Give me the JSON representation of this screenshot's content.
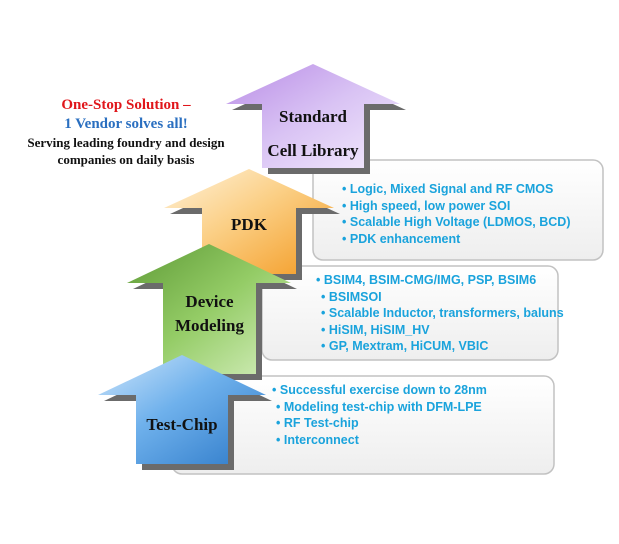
{
  "tagline": {
    "line1": "One-Stop Solution –",
    "line2": "1 Vendor solves all!",
    "line3": "Serving leading foundry and design",
    "line4": "companies on daily basis"
  },
  "steps": [
    {
      "id": "test-chip",
      "label_lines": [
        "Test-Chip"
      ],
      "bullets": [
        "Successful exercise down to 28nm",
        "Modeling test-chip with DFM-LPE",
        "RF Test-chip",
        "Interconnect"
      ]
    },
    {
      "id": "device-modeling",
      "label_lines": [
        "Device",
        "Modeling"
      ],
      "bullets": [
        "BSIM4, BSIM-CMG/IMG, PSP, BSIM6",
        "BSIMSOI",
        "Scalable Inductor, transformers, baluns",
        "HiSIM, HiSIM_HV",
        "GP, Mextram, HiCUM, VBIC"
      ]
    },
    {
      "id": "pdk",
      "label_lines": [
        "PDK"
      ],
      "bullets": [
        "Logic, Mixed Signal and RF CMOS",
        "High speed, low power SOI",
        "Scalable High Voltage (LDMOS, BCD)",
        "PDK enhancement"
      ]
    },
    {
      "id": "standard-cell-library",
      "label_lines": [
        "Standard",
        "Cell Library"
      ],
      "bullets": []
    }
  ],
  "colors": {
    "test_chip": "#3d8fd8",
    "device_modeling": "#8ac45a",
    "pdk": "#f5a030",
    "standard_cell_library": "#a87bd6",
    "bullet_text": "#1aa3dc",
    "tagline_red": "#e0161b",
    "tagline_blue": "#2a6fc0"
  }
}
